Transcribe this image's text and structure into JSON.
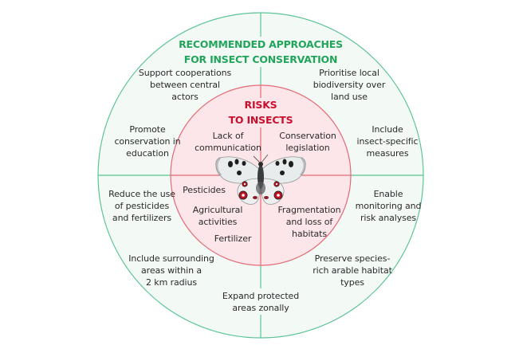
{
  "diagram": {
    "outer_title": "RECOMMENDED APPROACHES\nFOR INSECT CONSERVATION",
    "inner_title": "RISKS\nTO INSECTS",
    "central_image": "butterfly-illustration",
    "colors": {
      "outer_fill": "#f3faf6",
      "outer_stroke": "#5cc495",
      "inner_fill": "#fde6e9",
      "inner_stroke": "#e46a76",
      "outer_title": "#22a55a",
      "inner_title": "#c8102e",
      "text": "#2a2a2a"
    },
    "approaches": [
      {
        "id": "support-cooperations",
        "text": "Support cooperations\nbetween central\nactors"
      },
      {
        "id": "prioritise-biodiversity",
        "text": "Prioritise local\nbiodiversity over\nland use"
      },
      {
        "id": "promote-education",
        "text": "Promote\nconservation in\neducation"
      },
      {
        "id": "insect-specific-measures",
        "text": "Include\ninsect-specific\nmeasures"
      },
      {
        "id": "reduce-pesticides",
        "text": "Reduce the use\nof pesticides\nand fertilizers"
      },
      {
        "id": "enable-monitoring",
        "text": "Enable\nmonitoring and\nrisk analyses"
      },
      {
        "id": "surrounding-areas",
        "text": "Include surrounding\nareas within a\n2 km radius"
      },
      {
        "id": "preserve-habitats",
        "text": "Preserve species-\nrich arable habitat\ntypes"
      },
      {
        "id": "expand-protected-areas",
        "text": "Expand protected\nareas zonally"
      }
    ],
    "risks": [
      {
        "id": "lack-of-communication",
        "text": "Lack of\ncommunication"
      },
      {
        "id": "conservation-legislation",
        "text": "Conservation\nlegislation"
      },
      {
        "id": "pesticides",
        "text": "Pesticides"
      },
      {
        "id": "agricultural-activities",
        "text": "Agricultural\nactivities"
      },
      {
        "id": "fertilizer",
        "text": "Fertilizer"
      },
      {
        "id": "fragmentation",
        "text": "Fragmentation\nand loss of\nhabitats"
      }
    ]
  }
}
